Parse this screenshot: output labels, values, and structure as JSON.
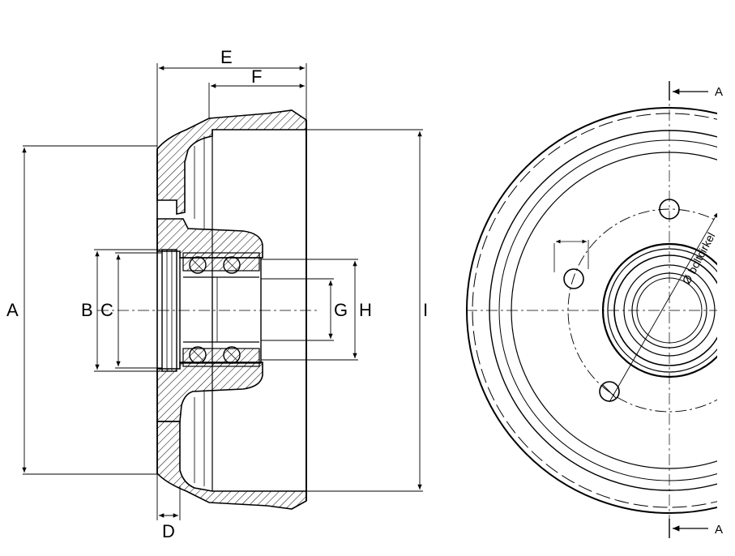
{
  "dimensions": {
    "A": "A",
    "B": "B",
    "C": "C",
    "D": "D",
    "E": "E",
    "F": "F",
    "G": "G",
    "H": "H",
    "I": "I"
  },
  "section_marks": {
    "top": "A",
    "bottom": "A"
  },
  "bolt_circle_label": "Ø boltcirkel",
  "colors": {
    "line": "#000000",
    "background": "#ffffff"
  }
}
